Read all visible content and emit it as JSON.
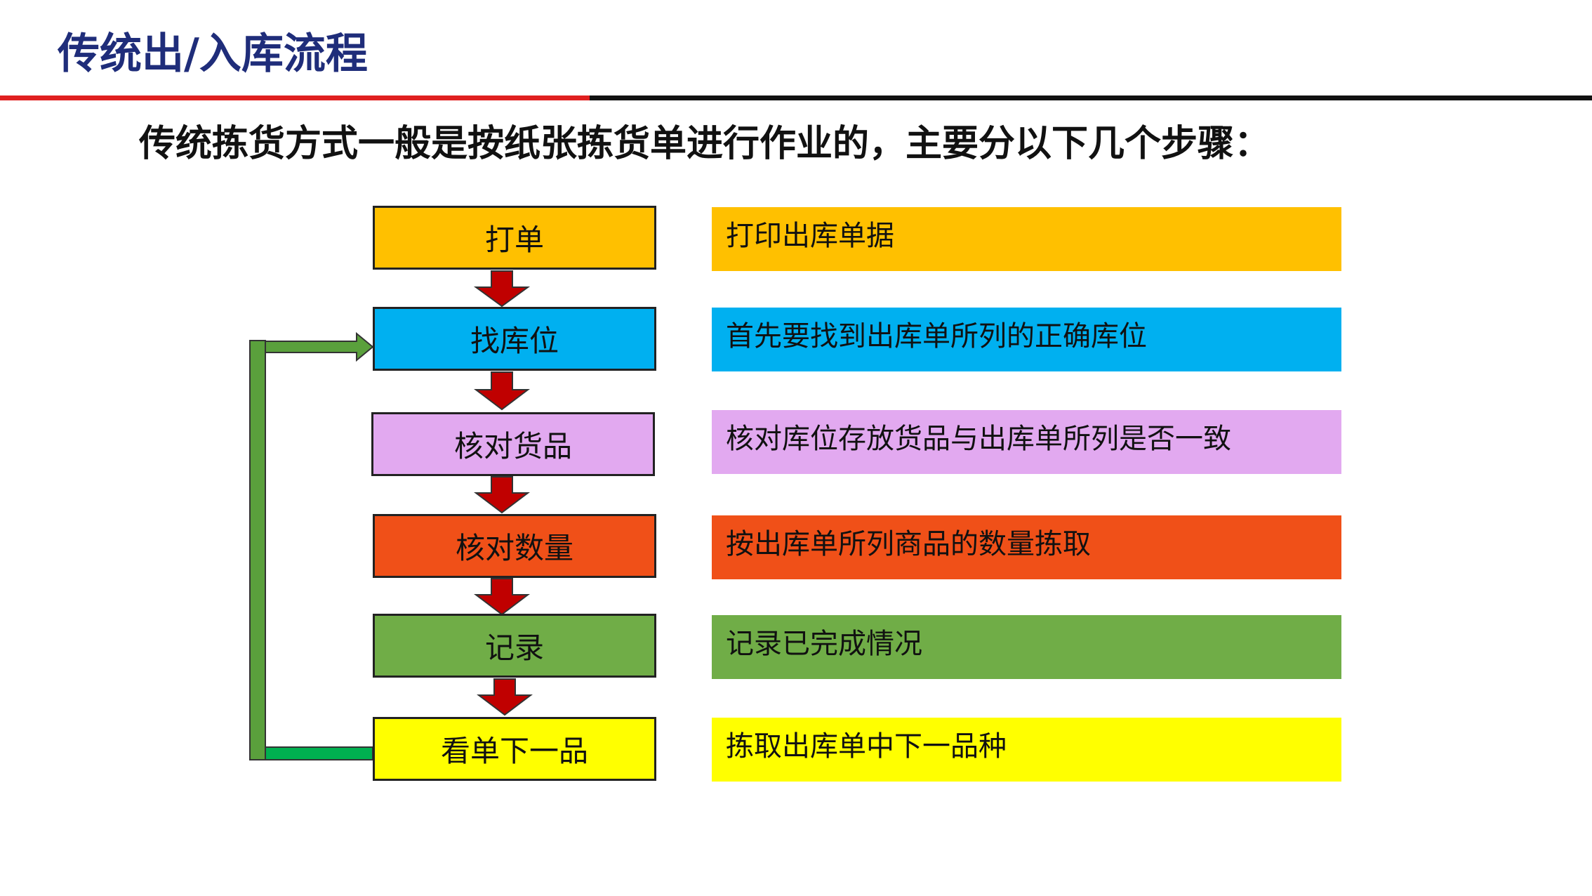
{
  "header": {
    "title": "传统出/入库流程",
    "subtitle": "传统拣货方式一般是按纸张拣货单进行作业的，主要分以下几个步骤："
  },
  "steps": [
    {
      "label": "打单",
      "description": "打印出库单据",
      "color": "#ffc000"
    },
    {
      "label": "找库位",
      "description": "首先要找到出库单所列的正确库位",
      "color": "#00b0f0"
    },
    {
      "label": "核对货品",
      "description": "核对库位存放货品与出库单所列是否一致",
      "color": "#e2a9f0"
    },
    {
      "label": "核对数量",
      "description": "按出库单所列商品的数量拣取",
      "color": "#f05018"
    },
    {
      "label": "记录",
      "description": "记录已完成情况",
      "color": "#70ad47"
    },
    {
      "label": "看单下一品",
      "description": "拣取出库单中下一品种",
      "color": "#ffff00"
    }
  ],
  "colors": {
    "down_arrow": "#c00000",
    "loop_arrow": "#5aa03c",
    "loop_bottom": "#00b050"
  }
}
